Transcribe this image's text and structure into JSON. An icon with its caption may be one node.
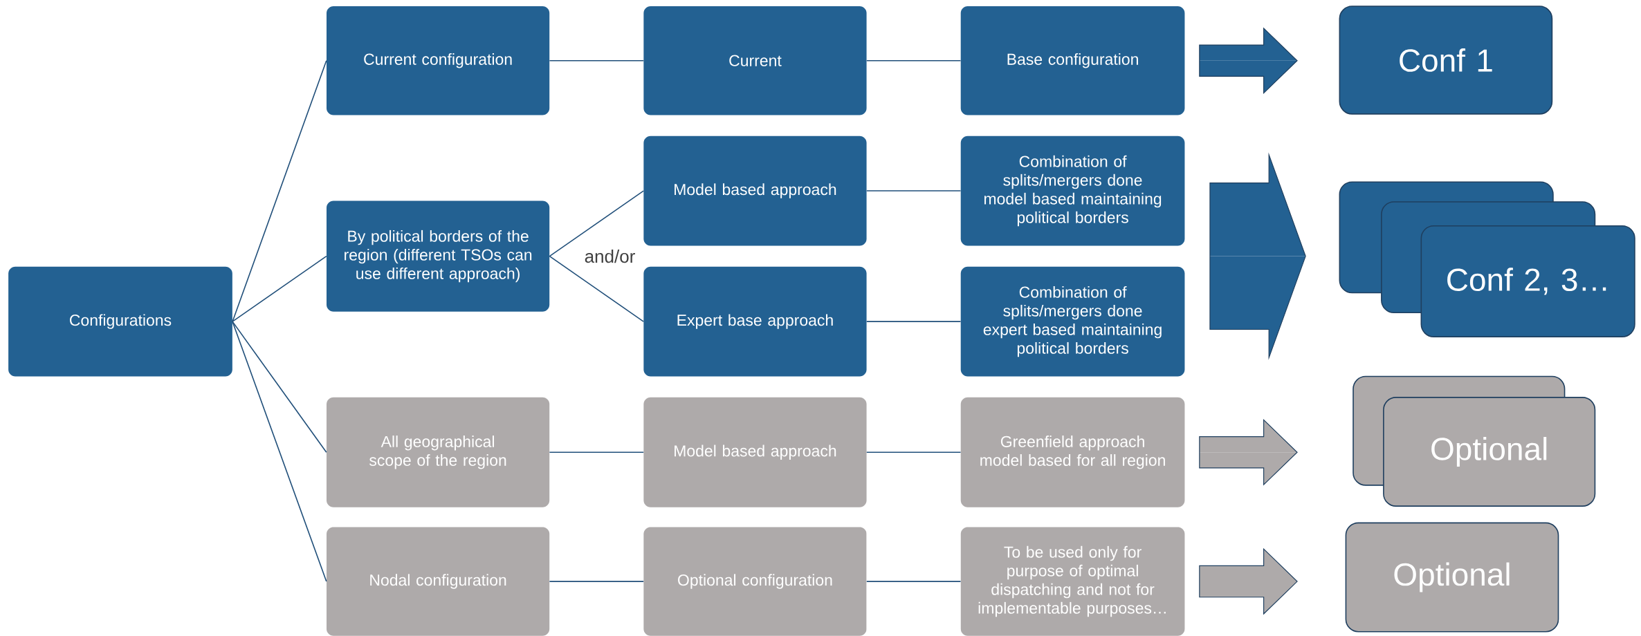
{
  "diagram": {
    "nodes": [
      {
        "text": [
          "Configurations"
        ]
      },
      {
        "text": [
          "Current configuration"
        ]
      },
      {
        "text": [
          "By political borders of the region (different TSOs can use different approach)"
        ]
      },
      {
        "text": [
          "All geographical scope of the region"
        ]
      },
      {
        "text": [
          "Nodal configuration"
        ]
      },
      {
        "text": [
          "Current"
        ]
      },
      {
        "text": [
          "Model based approach"
        ]
      },
      {
        "text": [
          "Expert base approach"
        ]
      },
      {
        "text": [
          "Model based approach"
        ]
      },
      {
        "text": [
          "Optional configuration"
        ]
      },
      {
        "text": [
          "Base configuration"
        ]
      },
      {
        "text": [
          "Combination of splits/mergers done model based maintaining political borders"
        ]
      },
      {
        "text": [
          "Combination of splits/mergers done expert based maintaining political borders"
        ]
      },
      {
        "text": [
          "Greenfield approach model based for all region"
        ]
      },
      {
        "text": [
          "To be used only for purpose of optimal dispatching and not for implementable purposes…"
        ]
      },
      {
        "text": [
          "Conf 1"
        ]
      },
      {
        "text": [
          "Conf 2, 3…"
        ]
      },
      {
        "text": [
          "Optional"
        ]
      },
      {
        "text": [
          "Optional"
        ]
      }
    ],
    "edges": [
      {
        "from": 0,
        "to": 1,
        "arrow": "none"
      },
      {
        "from": 0,
        "to": 2,
        "arrow": "none"
      },
      {
        "from": 0,
        "to": 3,
        "arrow": "none"
      },
      {
        "from": 0,
        "to": 4,
        "arrow": "none"
      },
      {
        "from": 1,
        "to": 5,
        "arrow": "none"
      },
      {
        "from": 5,
        "to": 10,
        "arrow": "none"
      },
      {
        "from": 10,
        "to": 15,
        "arrow": "to",
        "style": "thick",
        "color": "#236192"
      },
      {
        "from": 2,
        "to": 6,
        "arrow": "none"
      },
      {
        "from": 2,
        "to": 7,
        "arrow": "none"
      },
      {
        "from": 6,
        "to": 11,
        "arrow": "none"
      },
      {
        "from": 7,
        "to": 12,
        "arrow": "none"
      },
      {
        "from": 11,
        "to": 16,
        "arrow": "to",
        "style": "thick",
        "color": "#236192"
      },
      {
        "from": 12,
        "to": 16,
        "arrow": "to",
        "style": "thick",
        "color": "#236192"
      },
      {
        "from": 3,
        "to": 8,
        "arrow": "none"
      },
      {
        "from": 8,
        "to": 13,
        "arrow": "none"
      },
      {
        "from": 13,
        "to": 17,
        "arrow": "to",
        "style": "thick",
        "color": "#aeaaaa"
      },
      {
        "from": 4,
        "to": 9,
        "arrow": "none"
      },
      {
        "from": 9,
        "to": 14,
        "arrow": "none"
      },
      {
        "from": 14,
        "to": 18,
        "arrow": "to",
        "style": "thick",
        "color": "#aeaaaa"
      }
    ],
    "labels": [
      "and/or"
    ]
  }
}
